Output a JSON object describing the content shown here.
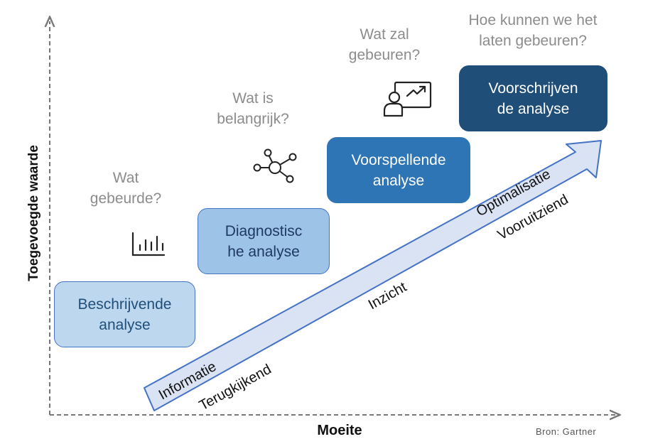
{
  "axes": {
    "y_label": "Toegevoegde waarde",
    "x_label": "Moeite"
  },
  "source": "Bron: Gartner",
  "stages": [
    {
      "line1": "Beschrijvende",
      "line2": "analyse"
    },
    {
      "line1": "Diagnostisc",
      "line2": "he analyse"
    },
    {
      "line1": "Voorspellende",
      "line2": "analyse"
    },
    {
      "line1": "Voorschrijven",
      "line2": "de analyse"
    }
  ],
  "questions": [
    {
      "line1": "Wat",
      "line2": "gebeurde?"
    },
    {
      "line1": "Wat is",
      "line2": "belangrijk?"
    },
    {
      "line1": "Wat zal",
      "line2": "gebeuren?"
    },
    {
      "line1": "Hoe kunnen we het",
      "line2": "laten gebeuren?"
    }
  ],
  "arrow": {
    "top_labels": [
      "Informatie",
      "Inzicht",
      "Optimalisatie"
    ],
    "bottom_labels": [
      "Terugkijkend",
      "Vooruitziend"
    ]
  },
  "icons": [
    "bar-chart-icon",
    "network-icon",
    "presentation-icon"
  ],
  "colors": {
    "stage1_fill": "#bdd7ee",
    "stage2_fill": "#9dc3e6",
    "stage3_fill": "#2e75b6",
    "stage4_fill": "#1f4e79",
    "stage_border": "#4472c4",
    "arrow_fill": "#dae3f3",
    "question_text": "#8c8c8c"
  }
}
